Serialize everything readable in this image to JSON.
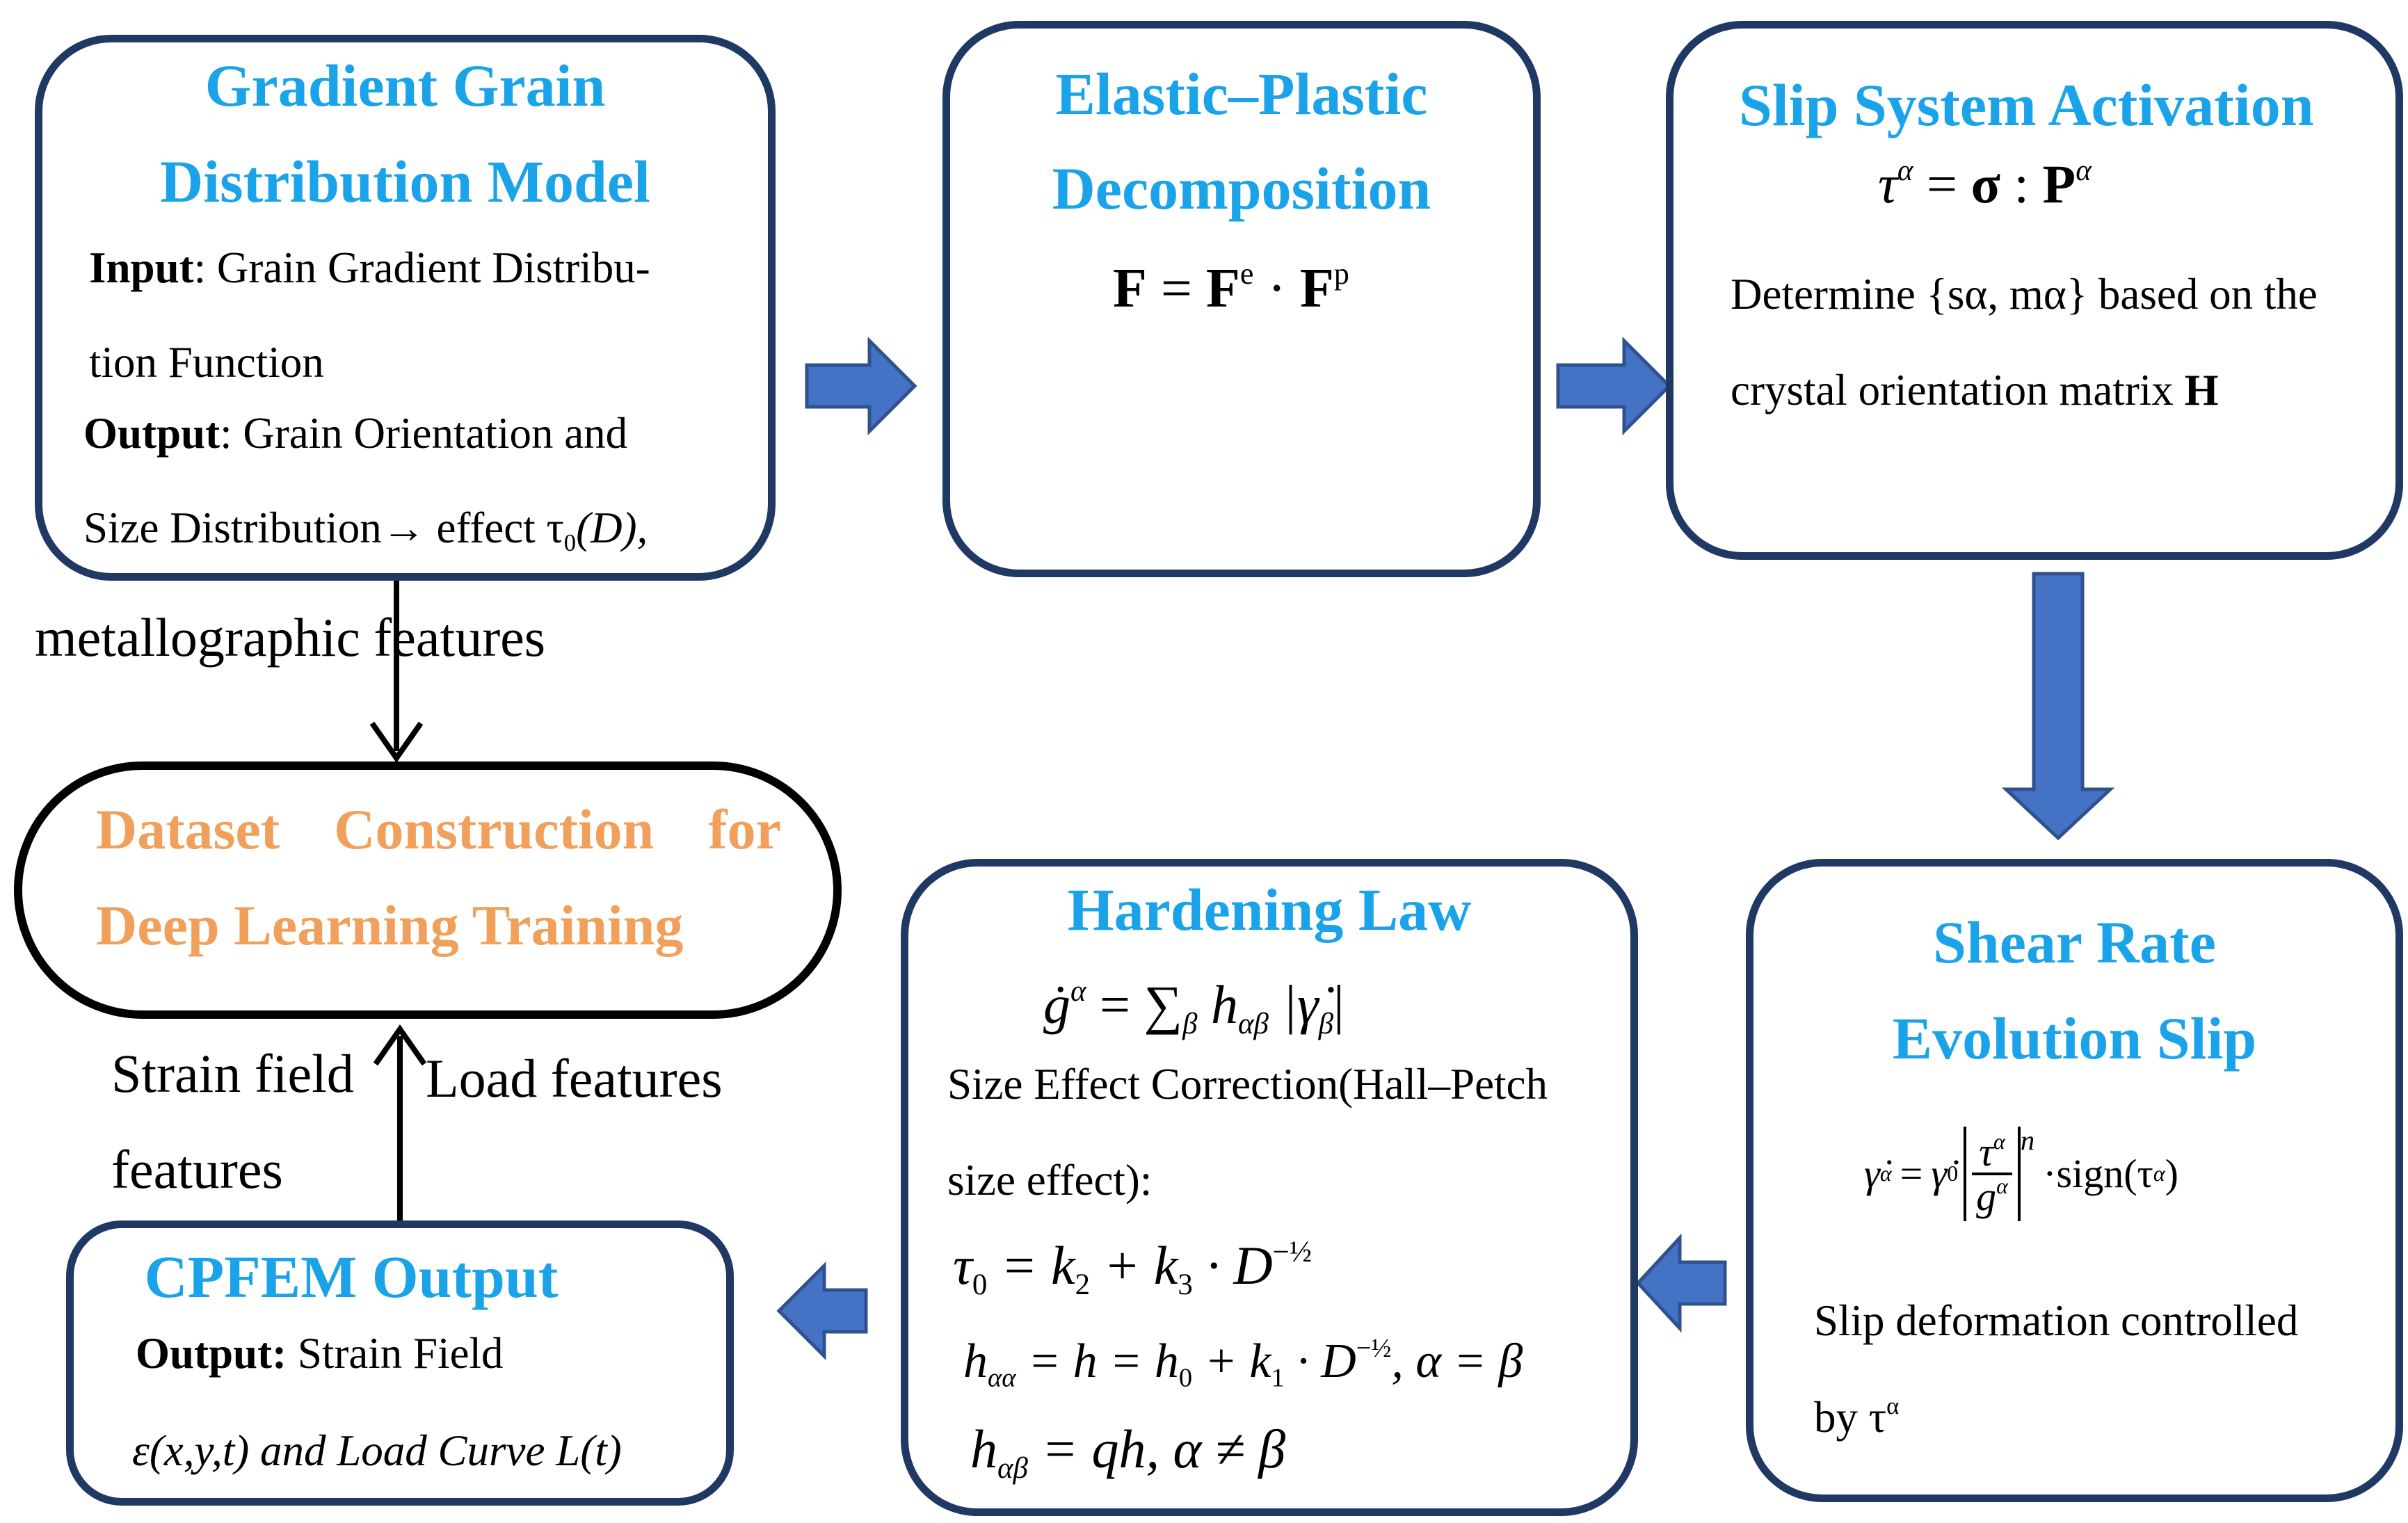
{
  "colors": {
    "box_border": "#1f3864",
    "title_blue": "#1aa3e8",
    "title_orange": "#f0a05a",
    "arrow_fill": "#4472c4"
  },
  "box1": {
    "title_line1": "Gradient Grain",
    "title_line2": "Distribution Model",
    "input_label": "Input",
    "input_line1": ": Grain Gradient Distribu-",
    "input_line2": "tion Function",
    "output_label": "Output",
    "output_line1": ": Grain Orientation and",
    "output_line2_pre": "Size Distribution→ effect τ",
    "output_line2_sub": "0",
    "output_line2_paren": "(D),"
  },
  "box2": {
    "title_line1": "Elastic–Plastic",
    "title_line2": "Decomposition",
    "eq_F": "F",
    "eq_equals": "=",
    "eq_Fe": "F",
    "eq_e": "e",
    "eq_dot": "·",
    "eq_Fp": "F",
    "eq_p": "p"
  },
  "box3": {
    "title": "Slip System Activation",
    "eq_tau": "τ",
    "eq_alpha": "α",
    "eq_rhs_eq": "=",
    "eq_sigma": "σ",
    "eq_colon": ":",
    "eq_P": "P",
    "eq_alpha2": "α",
    "line1": "Determine {sα, mα} based on the",
    "line2_pre": "crystal orientation matrix",
    "line2_bold": "H"
  },
  "box4": {
    "title_line1": "Shear Rate",
    "title_line2": "Evolution Slip",
    "eq_gamma": "γ̇",
    "eq_alpha": "α",
    "eq_equals": "=",
    "eq_gamma0": "γ̇",
    "eq_zero": "0",
    "eq_frac_num": "τ",
    "eq_frac_den": "g",
    "eq_frac_alpha": "α",
    "eq_n": "n",
    "eq_sign": "·sign(τ",
    "eq_sign_close": ")",
    "line1": "Slip deformation controlled",
    "line2_pre": "by τ",
    "line2_sup": "α"
  },
  "box5": {
    "title": "Hardening Law",
    "eq1": "ġ",
    "eq1_alpha": "α",
    "eq1_rest": "= ∑",
    "eq1_beta": "β",
    "eq1_h": "h",
    "eq1_hsub": "αβ",
    "eq1_abs": "|γ̇",
    "eq1_absbeta": "β",
    "eq1_absclose": "|",
    "line1": "Size Effect Correction(Hall–Petch",
    "line2": "size effect):",
    "eq2": "τ",
    "eq2_sub": "0",
    "eq2_rest": "= k",
    "eq2_k2": "2",
    "eq2_plus": "+ k",
    "eq2_k3": "3",
    "eq2_D": "· D",
    "eq2_exp": "−½",
    "eq3": "h",
    "eq3_sub": "αα",
    "eq3_rest": "= h = h",
    "eq3_h0": "0",
    "eq3_plus": "+ k",
    "eq3_k1": "1",
    "eq3_D": "· D",
    "eq3_exp": "−½",
    "eq3_cond": ",   α = β",
    "eq4": "h",
    "eq4_sub": "αβ",
    "eq4_rest": "= qh,   α ≠ β"
  },
  "box6": {
    "title": "CPFEM Output",
    "output_label": "Output:",
    "line1_rest": "  Strain Field",
    "line2": "ε(x,y,t) and Load Curve L(t)"
  },
  "oval": {
    "line1_a": "Dataset",
    "line1_b": "Construction",
    "line1_c": "for",
    "line2": "Deep Learning Training"
  },
  "labels": {
    "metallographic": "metallographic features",
    "strain_field": "Strain field",
    "features": "features",
    "load_features": "Load features"
  }
}
